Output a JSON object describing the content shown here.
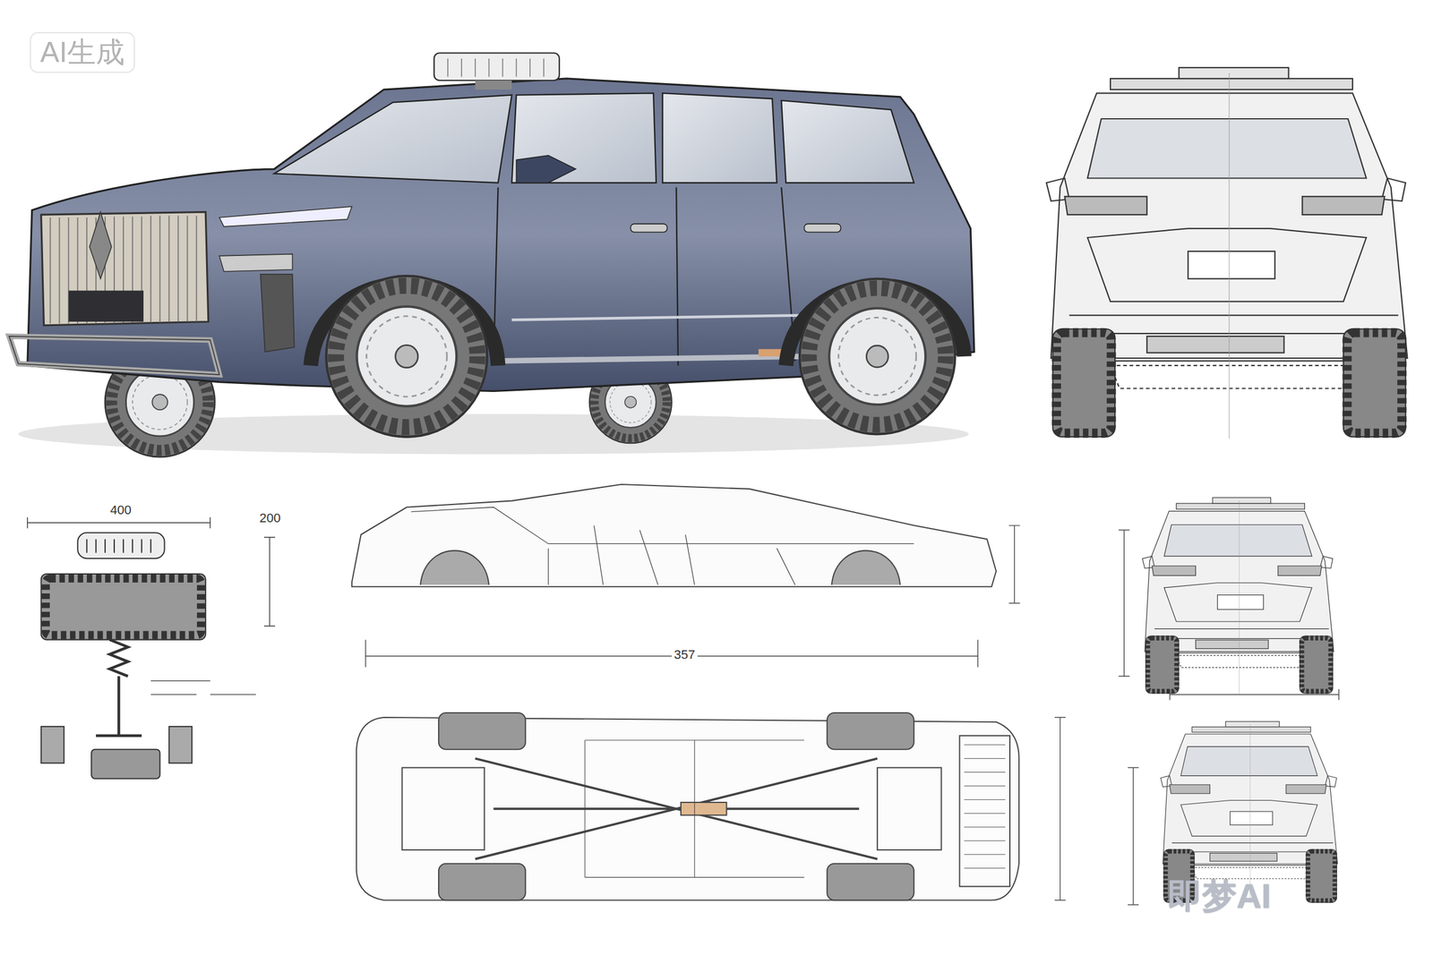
{
  "diagram": {
    "labels": [
      "AI生成",
      "400",
      "200",
      "357",
      "即梦AI"
    ]
  }
}
